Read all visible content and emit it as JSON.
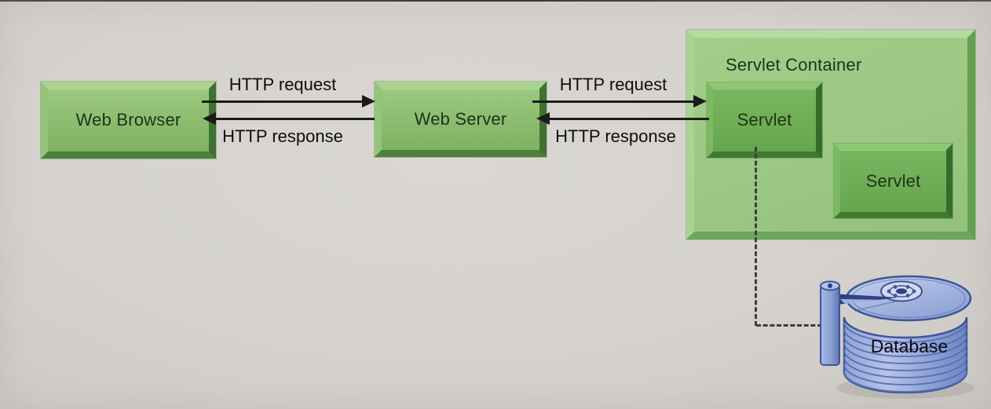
{
  "diagram": {
    "nodes": {
      "web_browser": {
        "label": "Web Browser"
      },
      "web_server": {
        "label": "Web Server"
      },
      "servlet_container": {
        "title": "Servlet Container"
      },
      "servlet_1": {
        "label": "Servlet"
      },
      "servlet_2": {
        "label": "Servlet"
      },
      "database": {
        "label": "Database"
      }
    },
    "arrows": {
      "browser_to_server": {
        "label": "HTTP request"
      },
      "server_to_browser": {
        "label": "HTTP response"
      },
      "server_to_servlet": {
        "label": "HTTP request"
      },
      "servlet_to_server": {
        "label": "HTTP response"
      }
    },
    "connections": {
      "servlet_to_database": {
        "style": "dashed"
      }
    },
    "colors": {
      "background": "#d5d2cd",
      "box_green_face": "#8cbb72",
      "servlet_green_face": "#6faa56",
      "container_green_face": "#9bc882",
      "bevel_light": "#b0d79a",
      "bevel_dark": "#467b37",
      "box_text": "#1d3418",
      "arrow_black": "#1b1b1b",
      "dashed_gray": "#3e3e3e",
      "database_blue": "#91a6d6",
      "database_outline": "#3f5598"
    }
  }
}
